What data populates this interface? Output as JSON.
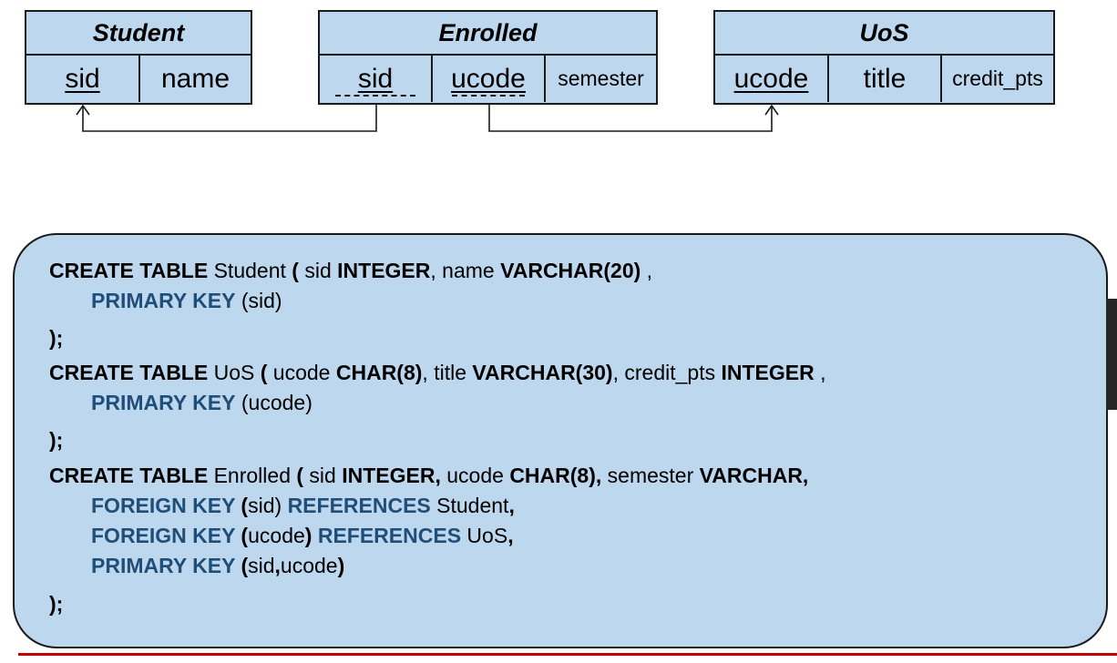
{
  "relations": {
    "student": {
      "title": "Student",
      "attr_sid": "sid",
      "attr_name": "name"
    },
    "enrolled": {
      "title": "Enrolled",
      "attr_sid": "sid",
      "attr_ucode": "ucode",
      "attr_semester": "semester"
    },
    "uos": {
      "title": "UoS",
      "attr_ucode": "ucode",
      "attr_title": "title",
      "attr_credit": "credit_pts"
    }
  },
  "sql": {
    "l1": {
      "a": "CREATE TABLE",
      "b": " Student ",
      "c": "(",
      "d": " sid ",
      "e": "INTEGER",
      "f": ", name ",
      "g": "VARCHAR(20)",
      "h": " ,"
    },
    "l2": {
      "a": "PRIMARY KEY",
      "b": " (sid)"
    },
    "l3": {
      "a": ");"
    },
    "l4": {
      "a": "CREATE TABLE",
      "b": " UoS  ",
      "c": "(",
      "d": " ucode ",
      "e": "CHAR(8)",
      "f": ", title ",
      "g": "VARCHAR(30)",
      "h": ", credit_pts ",
      "i": "INTEGER",
      "j": " ,"
    },
    "l5": {
      "a": "PRIMARY KEY",
      "b": " (ucode)"
    },
    "l6": {
      "a": ");"
    },
    "l7": {
      "a": "CREATE TABLE",
      "b": " Enrolled ",
      "c": "(",
      "d": " sid ",
      "e": "INTEGER,",
      "f": " ucode ",
      "g": "CHAR(8),",
      "h": " semester ",
      "i": "VARCHAR,"
    },
    "l8": {
      "a": "FOREIGN KEY",
      "b": " (",
      "c": "sid) ",
      "d": "REFERENCES",
      "e": " Student",
      "f": ","
    },
    "l9": {
      "a": "FOREIGN KEY",
      "b": " (",
      "c": "ucode",
      "d": ")",
      "e": " REFERENCES",
      "f": " UoS",
      "g": ","
    },
    "l10": {
      "a": "PRIMARY KEY",
      "b": " (",
      "c": "sid",
      "d": ",",
      "e": "ucode",
      "f": ")"
    },
    "l11": {
      "a": ");"
    }
  }
}
